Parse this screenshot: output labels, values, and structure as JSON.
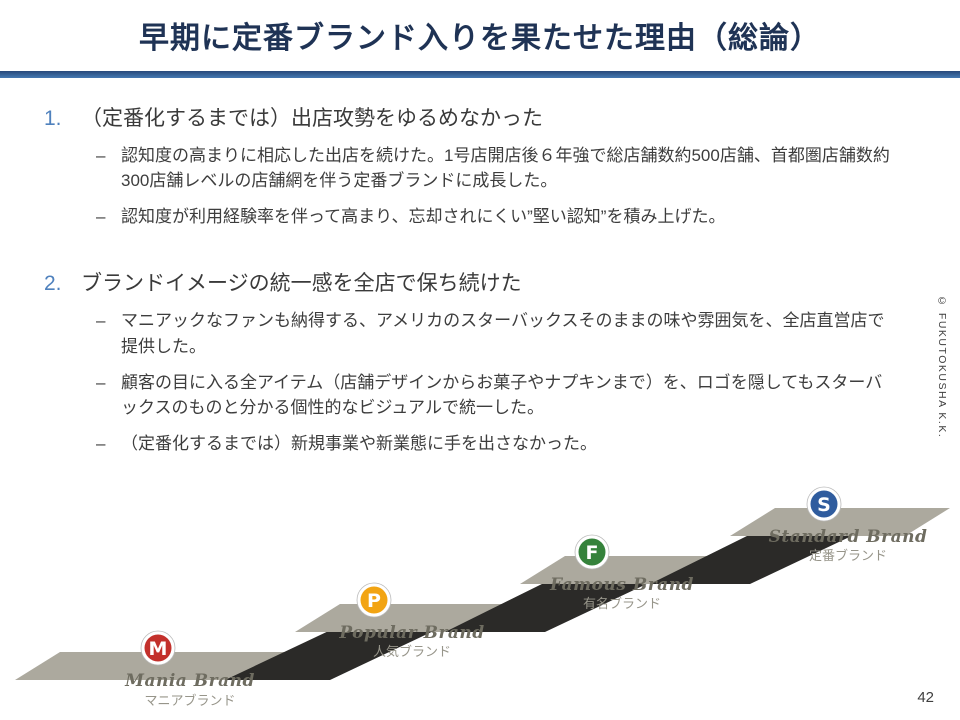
{
  "slide": {
    "title": "早期に定番ブランド入りを果たせた理由（総論）",
    "page_number": "42",
    "copyright": "© FUKUTOKUSHA K.K."
  },
  "content": {
    "bullet_marker": "–",
    "items": [
      {
        "number": "1.",
        "heading": "（定番化するまでは）出店攻勢をゆるめなかった",
        "bullets": [
          "認知度の高まりに相応した出店を続けた。1号店開店後６年強で総店舗数約500店舗、首都圏店舗数約300店舗レベルの店舗網を伴う定番ブランドに成長した。",
          "認知度が利用経験率を伴って高まり、忘却されにくい”堅い認知”を積み上げた。"
        ]
      },
      {
        "number": "2.",
        "heading": "ブランドイメージの統一感を全店で保ち続けた",
        "bullets": [
          "マニアックなファンも納得する、アメリカのスターバックスそのままの味や雰囲気を、全店直営店で提供した。",
          "顧客の目に入る全アイテム（店舗デザインからお菓子やナプキンまで）を、ロゴを隠してもスターバックスのものと分かる個性的なビジュアルで統一した。",
          "（定番化するまでは）新規事業や新業態に手を出さなかった。"
        ]
      }
    ]
  },
  "staircase": {
    "steps": [
      {
        "letter": "M",
        "color": "#C3302B",
        "label_en": "Mania Brand",
        "label_ja": "マニアブランド"
      },
      {
        "letter": "P",
        "color": "#F2A413",
        "label_en": "Popular Brand",
        "label_ja": "人気ブランド"
      },
      {
        "letter": "F",
        "color": "#35823B",
        "label_en": "Famous Brand",
        "label_ja": "有名ブランド"
      },
      {
        "letter": "S",
        "color": "#2F5C9E",
        "label_en": "Standard Brand",
        "label_ja": "定番ブランド"
      }
    ]
  },
  "theme": {
    "title_color": "#1F3355",
    "accent_blue": "#4F81BD",
    "divider_top": "#27497A",
    "divider_bottom": "#4579B2",
    "tread_color": "#ACA99E",
    "riser_color": "#2B2A28"
  }
}
